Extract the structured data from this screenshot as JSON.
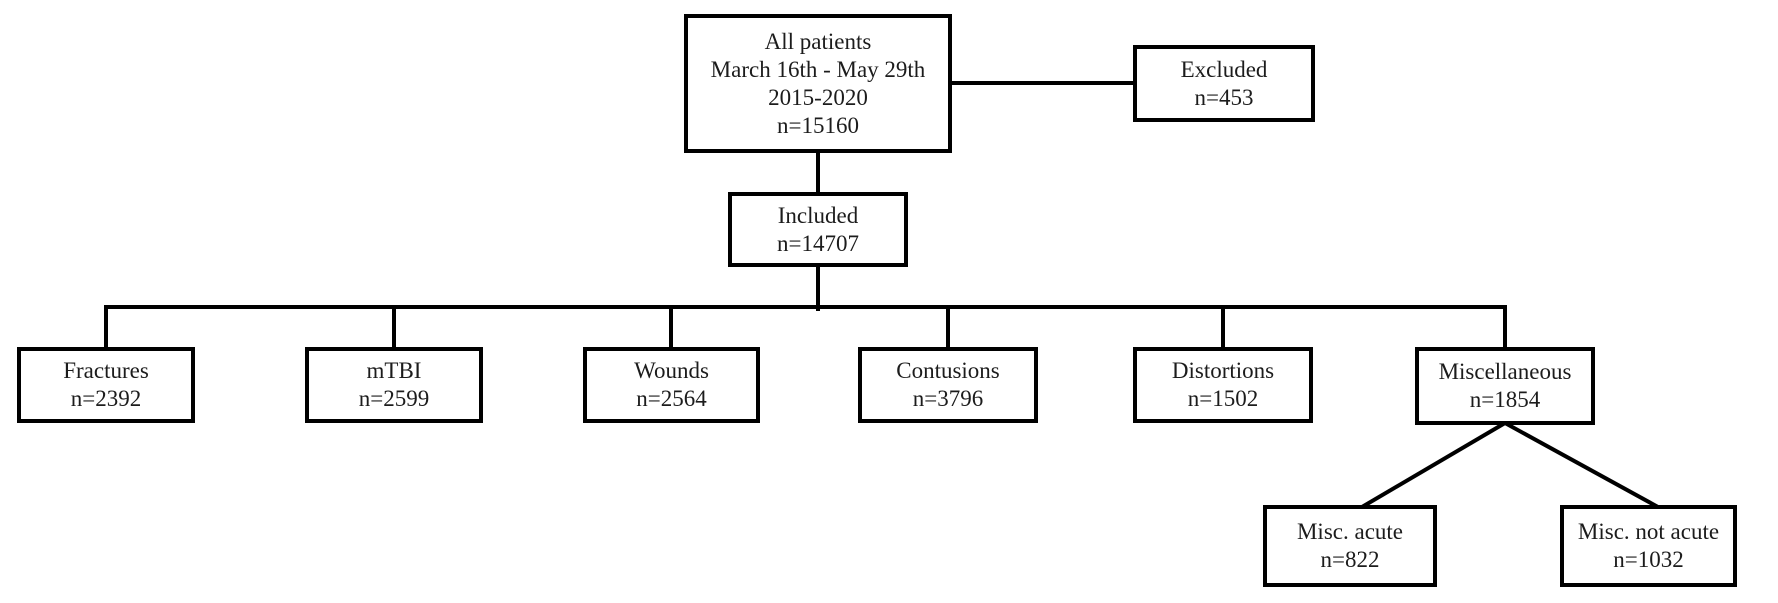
{
  "diagram": {
    "nodes": {
      "all_patients": {
        "line1": "All patients",
        "line2": "March 16th - May 29th",
        "line3": "2015-2020",
        "line4": "n=15160"
      },
      "excluded": {
        "label": "Excluded",
        "count": "n=453"
      },
      "included": {
        "label": "Included",
        "count": "n=14707"
      },
      "fractures": {
        "label": "Fractures",
        "count": "n=2392"
      },
      "mtbi": {
        "label": "mTBI",
        "count": "n=2599"
      },
      "wounds": {
        "label": "Wounds",
        "count": "n=2564"
      },
      "contusions": {
        "label": "Contusions",
        "count": "n=3796"
      },
      "distortions": {
        "label": "Distortions",
        "count": "n=1502"
      },
      "miscellaneous": {
        "label": "Miscellaneous",
        "count": "n=1854"
      },
      "misc_acute": {
        "label": "Misc. acute",
        "count": "n=822"
      },
      "misc_not_acute": {
        "label": "Misc. not acute",
        "count": "n=1032"
      }
    },
    "colors": {
      "line": "#000000",
      "text": "#1c1c1c",
      "background": "#ffffff"
    }
  }
}
